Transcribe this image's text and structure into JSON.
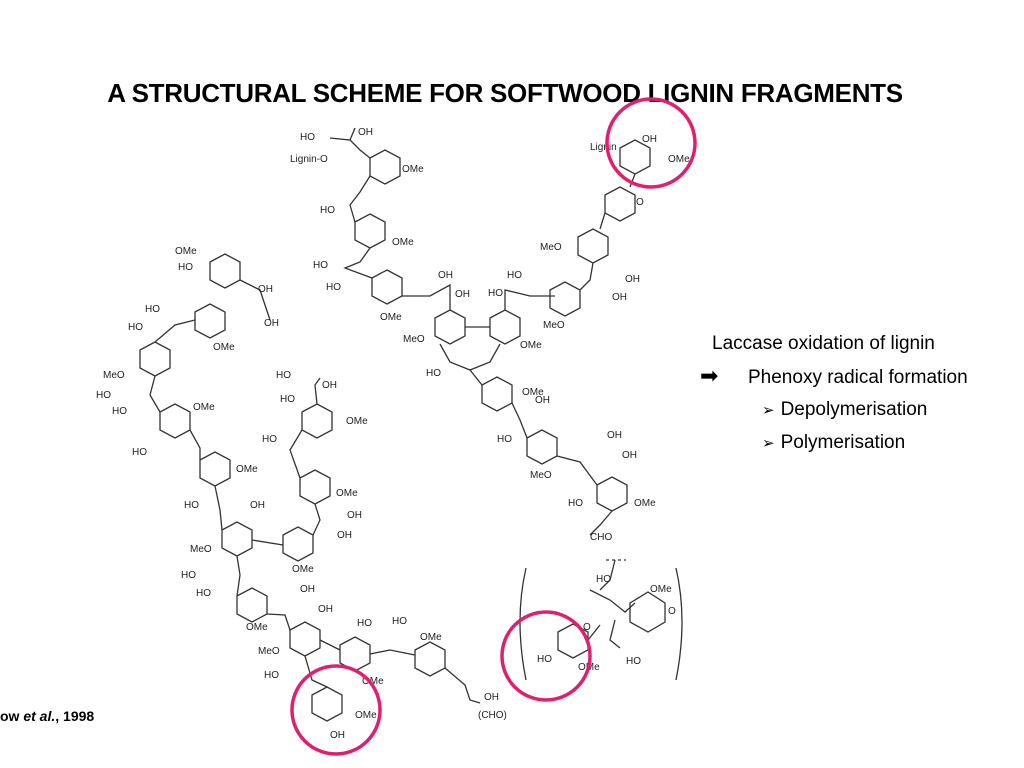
{
  "slide": {
    "title": "A STRUCTURAL SCHEME FOR SOFTWOOD LIGNIN FRAGMENTS",
    "bullets": {
      "intro": "Laccase oxidation of lignin",
      "main": "Phenoxy radical formation",
      "main_marker": "➡",
      "subs": [
        "Depolymerisation",
        "Polymerisation"
      ],
      "sub_marker": "➢"
    },
    "citation": {
      "prefix": "ow ",
      "italic": "et al.",
      "suffix": ", 1998"
    },
    "highlight_color": "#e0206e"
  },
  "structure_labels": {
    "lignin_o": "Lignin-O",
    "lignin": "Lignin",
    "ho": "HO",
    "oh": "OH",
    "ome": "OMe",
    "meo": "MeO",
    "o": "O",
    "cho": "CHO",
    "cho_paren": "(CHO)"
  }
}
